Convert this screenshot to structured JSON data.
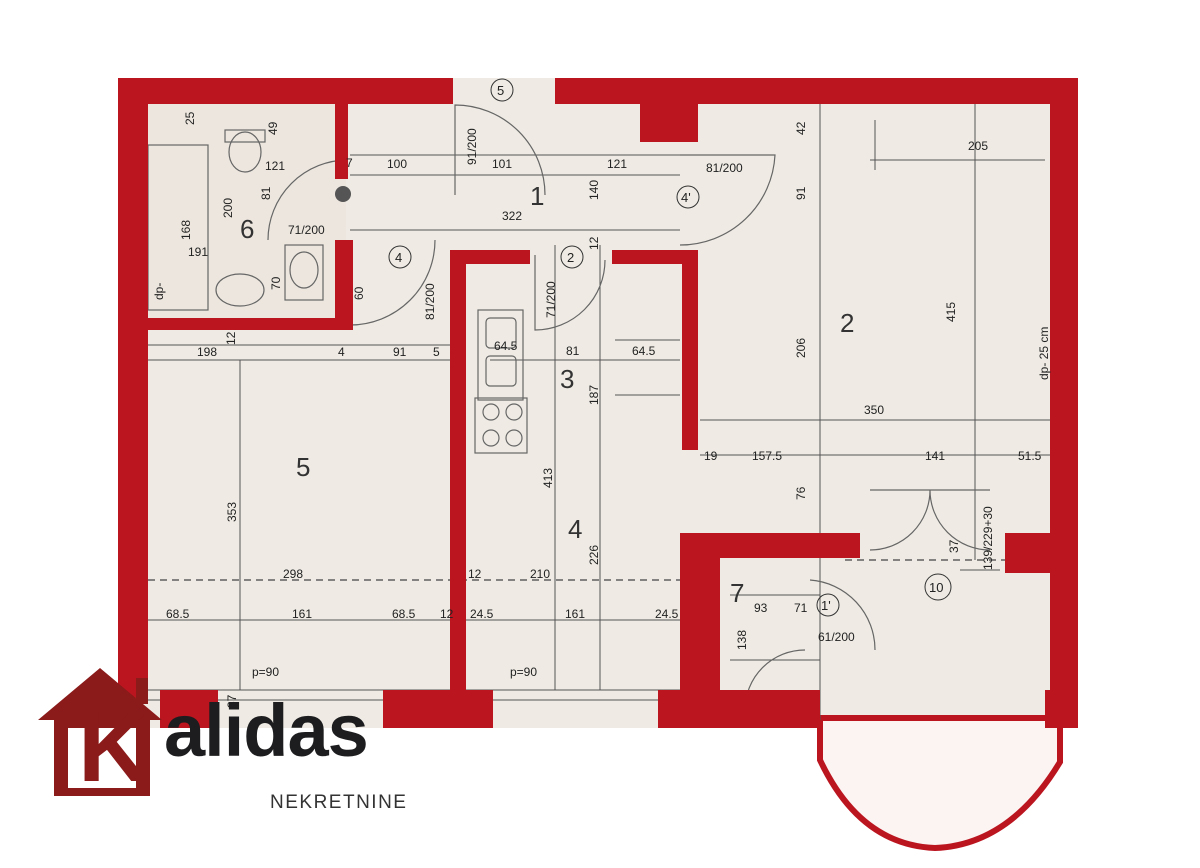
{
  "plan": {
    "rooms": [
      "1",
      "2",
      "3",
      "4",
      "5",
      "6",
      "7"
    ],
    "circles": [
      "5",
      "4",
      "4'",
      "2",
      "1'",
      "10"
    ],
    "doors": [
      "91/200",
      "81/200",
      "71/200",
      "81/200",
      "71/200",
      "61/200",
      "139/229+30"
    ],
    "labels": [
      "dp- 25 cm",
      "dp-",
      "p=90",
      "p=90"
    ],
    "dimensions": {
      "d25": "25",
      "d49": "49",
      "d121": "121",
      "d7": "7",
      "d100": "100",
      "d101": "101",
      "d121b": "121",
      "d140": "140",
      "d322": "322",
      "d12": "12",
      "d81": "81",
      "d200": "200",
      "d168": "168",
      "d191": "191",
      "d70": "70",
      "d60": "60",
      "d42": "42",
      "d91": "91",
      "d205": "205",
      "d415": "415",
      "d206": "206",
      "d350": "350",
      "d198": "198",
      "d4": "4",
      "d91b": "91",
      "d5": "5",
      "d64a": "64.5",
      "d81b": "81",
      "d64b": "64.5",
      "d187": "187",
      "d19": "19",
      "d157": "157.5",
      "d141": "141",
      "d51": "51.5",
      "d413": "413",
      "d76": "76",
      "d353": "353",
      "d226": "226",
      "d37": "37",
      "d298": "298",
      "d12b": "12",
      "d210": "210",
      "d68a": "68.5",
      "d161a": "161",
      "d68b": "68.5",
      "d12c": "12",
      "d24a": "24.5",
      "d161b": "161",
      "d24b": "24.5",
      "d93": "93",
      "d71": "71",
      "d138": "138",
      "d37b": "37",
      "d12w": "12"
    }
  },
  "logo": {
    "letter": "K",
    "word": "alidas",
    "sub": "NEKRETNINE"
  },
  "colors": {
    "wall": "#bb1520",
    "logo_red": "#8b1a1a",
    "logo_text": "#1d1d1f"
  }
}
